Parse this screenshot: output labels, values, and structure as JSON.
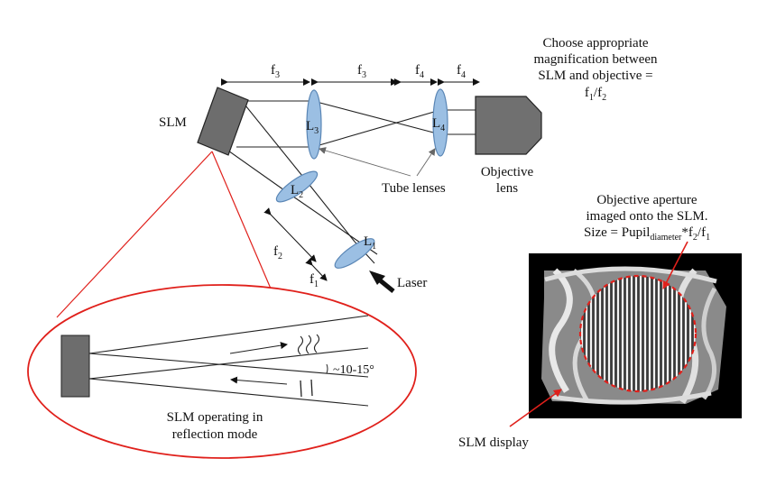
{
  "labels": {
    "slm": "SLM",
    "laser": "Laser",
    "tube_lenses": "Tube lenses",
    "objective": [
      "Objective",
      "lens"
    ],
    "magnification_note": [
      "Choose appropriate",
      "magnification between",
      "SLM and objective ="
    ],
    "aperture_note": [
      "Objective aperture",
      "imaged onto the SLM."
    ],
    "size_prefix": "Size = Pupil",
    "size_sub": "diameter",
    "size_suffix": "*f",
    "reflection_caption": [
      "SLM operating in",
      "reflection mode"
    ],
    "angle": "~10-15°",
    "slm_display": "SLM display",
    "ratio": {
      "f": "f",
      "one": "1",
      "slash": "/",
      "two": "2"
    }
  },
  "lenses": {
    "L1": {
      "name": "L",
      "sub": "1"
    },
    "L2": {
      "name": "L",
      "sub": "2"
    },
    "L3": {
      "name": "L",
      "sub": "3"
    },
    "L4": {
      "name": "L",
      "sub": "4"
    }
  },
  "focal_dims": {
    "top": [
      {
        "name": "f",
        "sub": "3"
      },
      {
        "name": "f",
        "sub": "3"
      },
      {
        "name": "f",
        "sub": "4"
      },
      {
        "name": "f",
        "sub": "4"
      }
    ],
    "diag": [
      {
        "name": "f",
        "sub": "2"
      },
      {
        "name": "f",
        "sub": "1"
      }
    ]
  },
  "colors": {
    "lens_fill": "#9bbfe3",
    "lens_stroke": "#5a86b5",
    "slm_fill": "#6d6d6d",
    "objective_fill": "#707070",
    "highlight_red": "#e0201b"
  }
}
